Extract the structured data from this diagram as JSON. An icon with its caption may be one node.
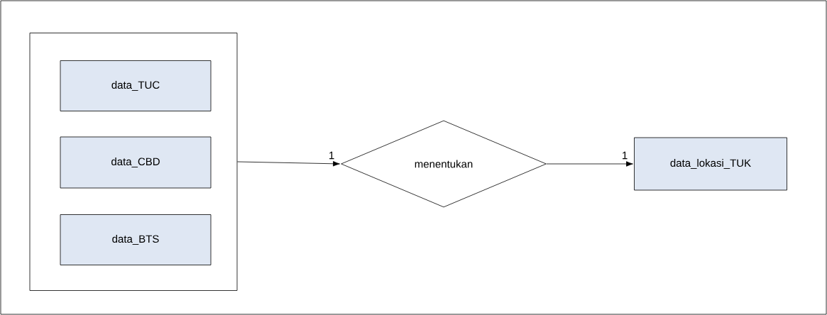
{
  "diagram": {
    "nodes": [
      {
        "text": [],
        "shape": "box"
      },
      {
        "text": [
          "data_TUC"
        ],
        "in": 0
      },
      {
        "text": [
          "data_CBD"
        ],
        "in": 0
      },
      {
        "text": [
          "data_BTS"
        ],
        "in": 0
      },
      {
        "text": [
          "menentukan"
        ]
      },
      {
        "text": [
          "data_lokasi_TUK"
        ]
      }
    ],
    "edges": [
      {
        "from": 0,
        "to": 4,
        "arrow": "to",
        "label": "1"
      },
      {
        "from": 4,
        "to": 5,
        "arrow": "to",
        "label": "1"
      }
    ]
  }
}
